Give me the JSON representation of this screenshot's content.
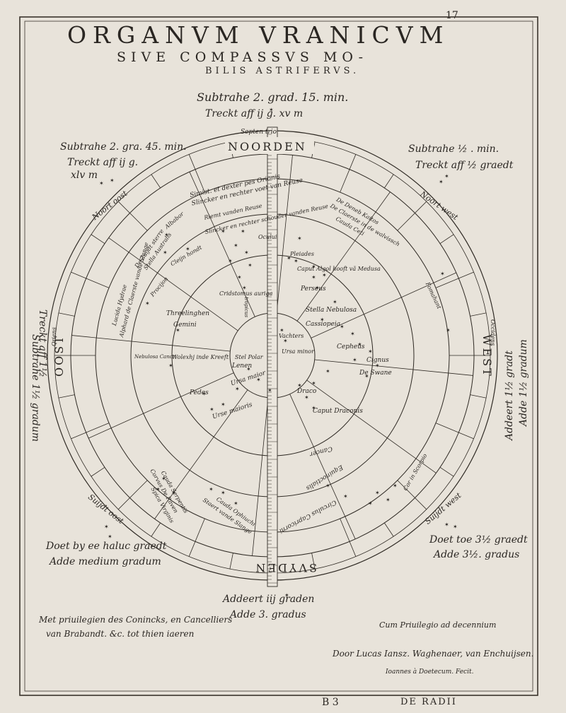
{
  "header": {
    "page_number": "17",
    "title_line1": "ORGANVM VRANICVM",
    "title_line2": "SIVE COMPASSVS MO-",
    "title_line3": "BILIS ASTRIFERVS."
  },
  "corrections": {
    "top": {
      "subtrahe": "Subtrahe 2. grad. 15. min.",
      "trekt": "Treckt aff ij g. xv m"
    },
    "top_left": {
      "subtrahe": "Subtrahe 2. gra. 45. min.",
      "trekt": "Treckt aff ij g.",
      "trekt2": "xlv m"
    },
    "top_right": {
      "subtrahe": "Subtrahe ½ . min.",
      "trekt": "Treckt aff ½ graedt"
    },
    "left": {
      "trekt": "Treckt aff 1½",
      "subtrahe": "Subtrahe 1½ gradum"
    },
    "right": {
      "addeert": "Addeert 1½ gradt",
      "adde": "Adde 1½ gradum"
    },
    "bottom_left": {
      "doet": "Doet by ee haluc graedt",
      "adde": "Adde medium gradum"
    },
    "bottom_right": {
      "doet": "Doet toe 3½ graedt",
      "adde": "Adde 3½. gradus"
    },
    "bottom": {
      "addeert": "Addeert iij graden",
      "adde": "Adde 3. gradus"
    }
  },
  "compass": {
    "north": "NOORDEN",
    "south": "SVYDEN",
    "east": "OOST",
    "west": "WEST",
    "septentrio": "Septen trio",
    "noort_oost": "Noort oost",
    "noort_west": "Noort west",
    "suijdt_oost": "Suijdt oost",
    "suijdt_west": "Suijdt west",
    "oriens": "Oriens",
    "occidens": "Occidens"
  },
  "stars": {
    "s1": "Simist. et dexter pes Orionis",
    "s2": "Slincker en rechter voet van Reuse",
    "s3": "Riemt vanden Reuse",
    "s4": "Slincker en rechter schouder vanden Reuse",
    "s5": "Ocului",
    "s6": "Pleiades",
    "s7": "Caput Algol hooft vã Medusa",
    "s8": "Perseus",
    "s9": "Stella Nebulosa",
    "s10": "Cassiopeia",
    "s11": "Cepheus",
    "s12": "Cignus",
    "s13": "De Swane",
    "s14": "Draco",
    "s15": "Caput Draconis",
    "s16": "Vachters",
    "s17": "Ursa minor",
    "s18": "Stel Polar",
    "s19": "Lenen",
    "s20": "Ursa maior",
    "s21": "Urse maioris",
    "s22": "Pedes",
    "s23": "Wolexhj inde Kreeft",
    "s24": "Nebulosa Cancri",
    "s25": "Threelinghen",
    "s26": "Gemini",
    "s27": "Procijon",
    "s28": "Cleijn hondt",
    "s29": "Cridstomus auriga",
    "s30": "Albabor",
    "s31": "De Zuijdt sterre",
    "s32": "Stella Australis",
    "s33": "Lucida Hydrae",
    "s34": "Alphard de Claerste vande Slange",
    "s35": "De Deneb Kaitos",
    "s36": "De Claerste in de walvissch",
    "s37": "Cauda Ceti",
    "s38": "Fomahant",
    "s39": "Cancer",
    "s40": "Equinoctialis",
    "s41": "Circulus Capricorni",
    "s42": "Cor in Scorpio",
    "s43": "Cauda Ophiuchi",
    "s44": "Staert vande Slange",
    "s45": "Cauda Serpentis",
    "s46": "Corvus De Raven",
    "s47": "Spica Virginis",
    "s48": "tropicus"
  },
  "footer": {
    "privilege_nl_1": "Met priuilegien des Conincks, en Cancelliers",
    "privilege_nl_2": "van Brabandt. &c. tot thien iaeren",
    "privilege_la": "Cum Priuilegio ad decennium",
    "author": "Door Lucas Iansz. Waghenaer, van Enchuijsen.",
    "engraver": "Ioannes à Doetecum. Fecit.",
    "signature": "B 3",
    "catchword": "DE RADII"
  }
}
